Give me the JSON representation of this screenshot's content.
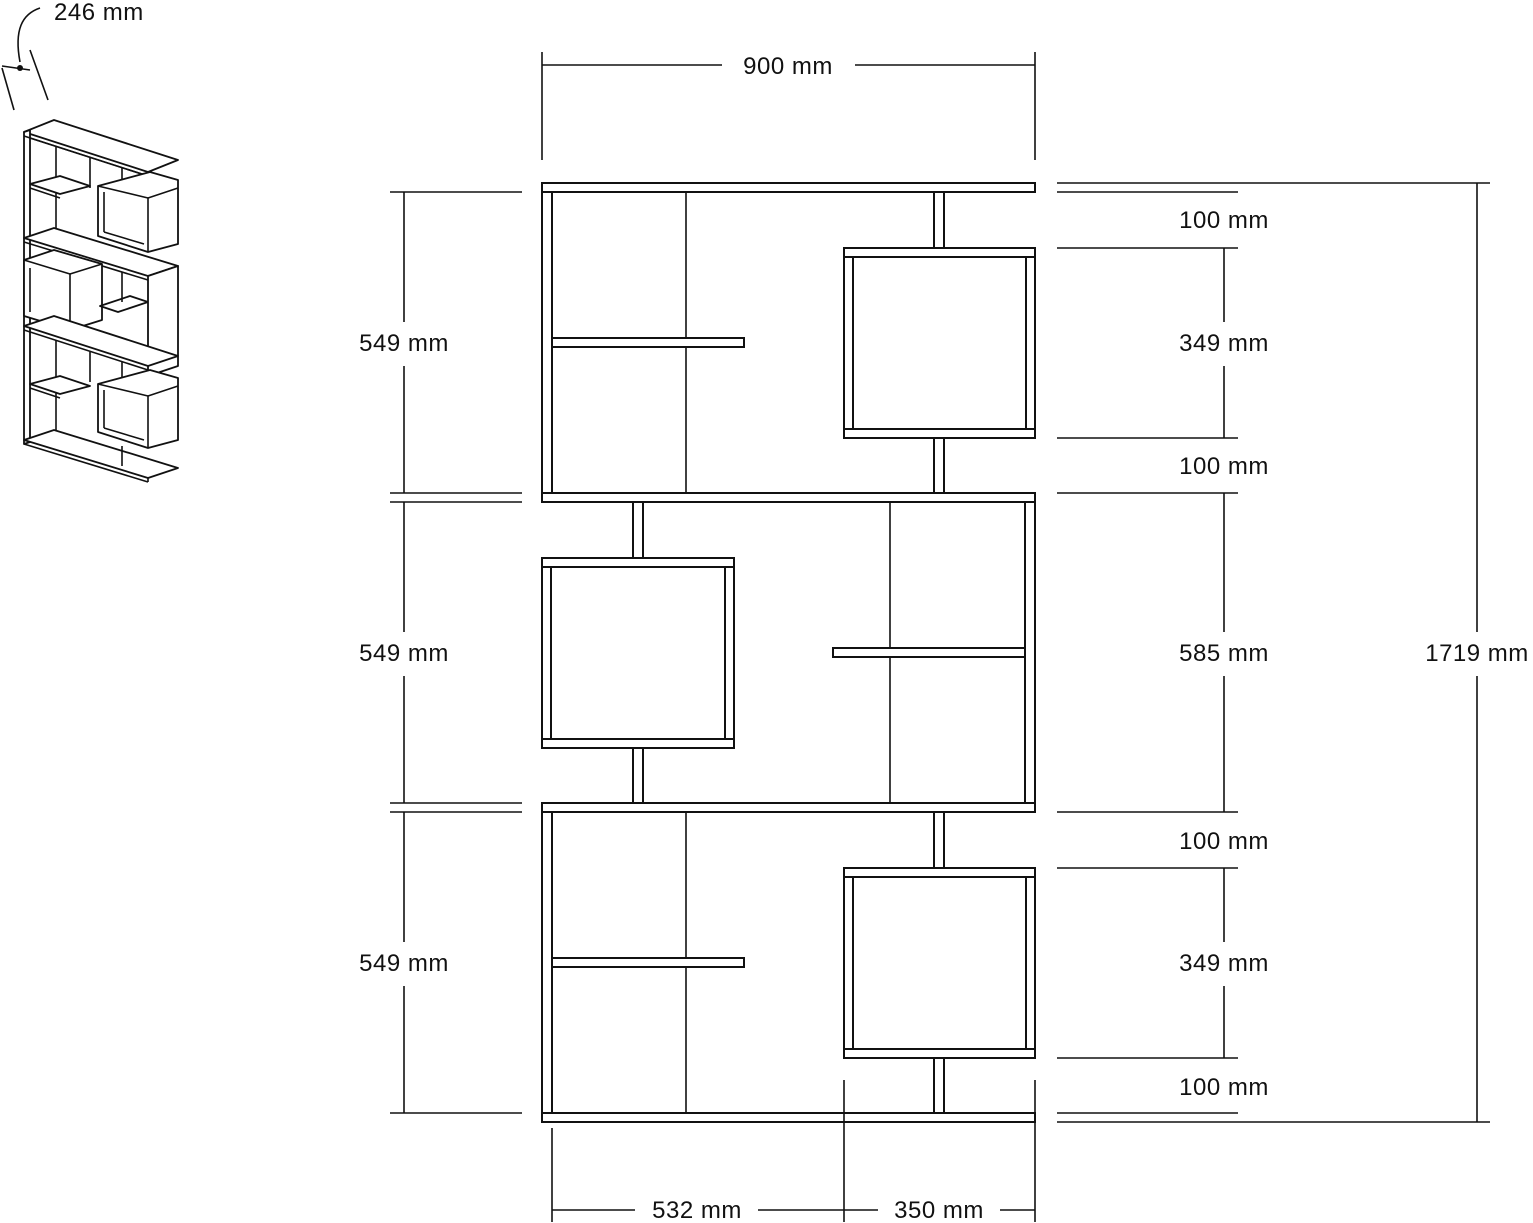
{
  "drawing": {
    "depth_label": "246 mm",
    "width_label": "900 mm",
    "row_heights": [
      "549 mm",
      "549 mm",
      "549 mm"
    ],
    "right_dims": [
      "100 mm",
      "349 mm",
      "100 mm",
      "585 mm",
      "100 mm",
      "349 mm",
      "100 mm"
    ],
    "total_height_label": "1719 mm",
    "bottom_dims": [
      "532 mm",
      "350 mm"
    ]
  }
}
